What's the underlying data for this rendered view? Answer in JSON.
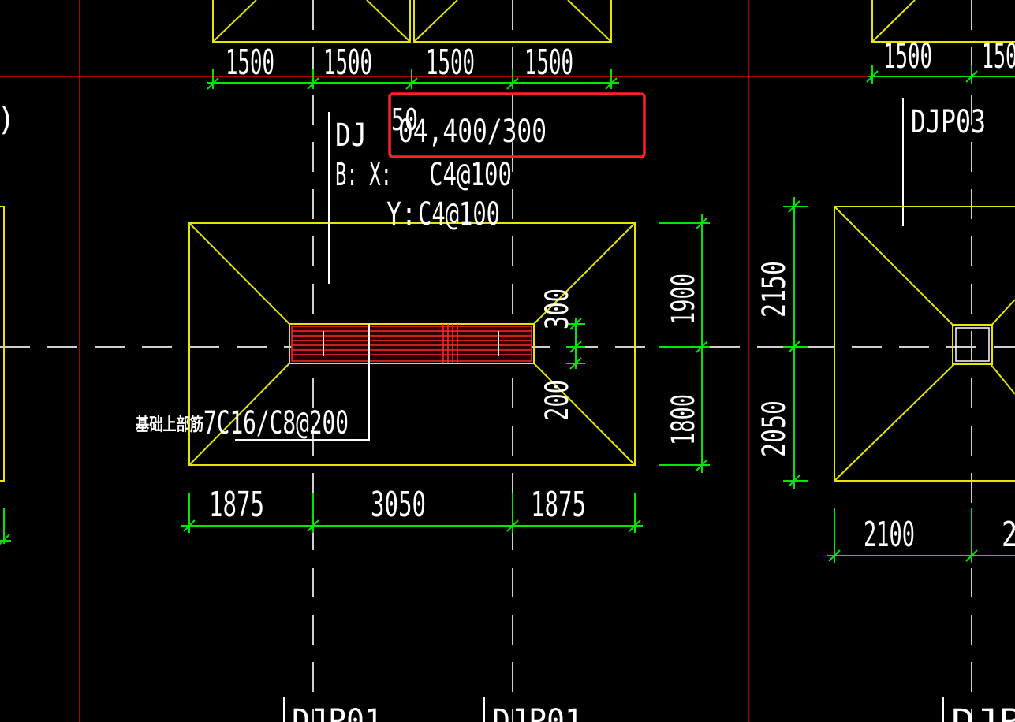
{
  "drawing": {
    "top_dims": [
      "1500",
      "1500",
      "1500",
      "1500"
    ],
    "top_right_dims": [
      "1500",
      "150"
    ],
    "label_dj": "DJ",
    "label_spec": "04,400/300",
    "label_spec_prefix": "50",
    "label_bx": "B: X:",
    "label_bx_val": "C4@100",
    "label_by": "Y:",
    "label_by_val": "C4@100",
    "label_djp03": "DJP03",
    "cn_note_prefix": "基础上部筋",
    "cn_note_value": "7C16/C8@200",
    "dim_300": "300",
    "dim_200": "200",
    "dim_1900": "1900",
    "dim_1800": "1800",
    "dim_2150": "2150",
    "dim_2050": "2050",
    "bottom_dims": [
      "1875",
      "3050",
      "1875"
    ],
    "bottom_right_dims": [
      "2100",
      "2"
    ],
    "bottom_labels": [
      "DJP01",
      "DJP01",
      "DJP"
    ],
    "left_edge_label": ")"
  },
  "colors": {
    "background": "#000000",
    "axis_red": "#e00000",
    "outline_yellow": "#e6e600",
    "dim_green": "#00e600",
    "highlight_box": "#ff2020",
    "beam_red": "#ff2a2a"
  }
}
